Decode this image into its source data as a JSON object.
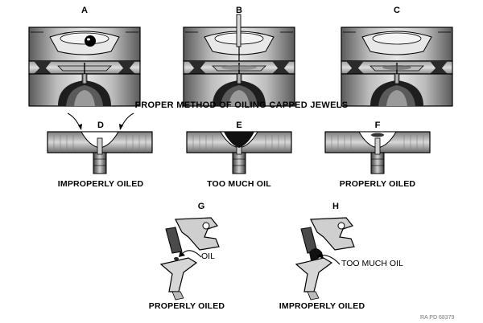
{
  "title": "PROPER METHOD OF OILING CAPPED JEWELS",
  "figures": {
    "a": {
      "letter": "A"
    },
    "b": {
      "letter": "B"
    },
    "c": {
      "letter": "C"
    },
    "d": {
      "letter": "D",
      "caption": "IMPROPERLY OILED"
    },
    "e": {
      "letter": "E",
      "caption": "TOO MUCH OIL"
    },
    "f": {
      "letter": "F",
      "caption": "PROPERLY OILED"
    },
    "g": {
      "letter": "G",
      "caption": "PROPERLY OILED",
      "note": "OIL"
    },
    "h": {
      "letter": "H",
      "caption": "IMPROPERLY OILED",
      "note": "TOO MUCH OIL"
    }
  },
  "footer_mark": "RA PD 68379",
  "colors": {
    "ink": "#000000",
    "shade_dark": "#444444",
    "shade_mid": "#8a8a8a",
    "shade_light": "#c8c8c8",
    "paper": "#ffffff"
  }
}
